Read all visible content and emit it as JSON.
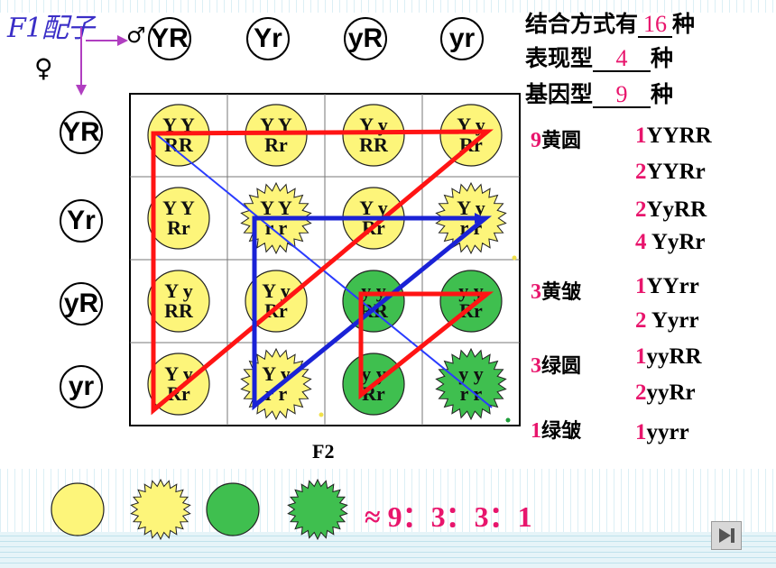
{
  "labels": {
    "f1_gametes": "F1配子",
    "male_symbol": "♂",
    "female_symbol": "♀",
    "f2": "F2"
  },
  "gametes": [
    "YR",
    "Yr",
    "yR",
    "yr"
  ],
  "summary": {
    "combo_prefix": "结合方式有",
    "combo_value": "16",
    "combo_suffix": "种",
    "pheno_prefix": "表现型",
    "pheno_value": "4",
    "pheno_suffix": "种",
    "geno_prefix": "基因型",
    "geno_value": "9",
    "geno_suffix": "种"
  },
  "phenotype_groups": [
    {
      "count": "9",
      "name": "黄圆",
      "genotypes": [
        {
          "n": "1",
          "g": "YYRR"
        },
        {
          "n": "2",
          "g": "YYRr"
        },
        {
          "n": "2",
          "g": "YyRR"
        },
        {
          "n": "4",
          "g": " YyRr"
        }
      ]
    },
    {
      "count": "3",
      "name": "黄皱",
      "genotypes": [
        {
          "n": "1",
          "g": "YYrr"
        },
        {
          "n": "2",
          "g": " Yyrr"
        }
      ]
    },
    {
      "count": "3",
      "name": "绿圆",
      "genotypes": [
        {
          "n": "1",
          "g": "yyRR"
        },
        {
          "n": "2",
          "g": "yyRr"
        }
      ]
    },
    {
      "count": "1",
      "name": "绿皱",
      "genotypes": [
        {
          "n": "1",
          "g": "yyrr"
        }
      ]
    }
  ],
  "punnett": [
    [
      {
        "top": "Y Y",
        "bot": "RR",
        "type": "yellow-round"
      },
      {
        "top": "Y Y",
        "bot": "Rr",
        "type": "yellow-round"
      },
      {
        "top": "Y y",
        "bot": "RR",
        "type": "yellow-round"
      },
      {
        "top": "Y y",
        "bot": "Rr",
        "type": "yellow-round"
      }
    ],
    [
      {
        "top": "Y Y",
        "bot": "Rr",
        "type": "yellow-round"
      },
      {
        "top": "Y Y",
        "bot": "r r",
        "type": "yellow-wrinkled"
      },
      {
        "top": "Y y",
        "bot": "Rr",
        "type": "yellow-round"
      },
      {
        "top": "Y y",
        "bot": "r r",
        "type": "yellow-wrinkled"
      }
    ],
    [
      {
        "top": "Y y",
        "bot": "RR",
        "type": "yellow-round"
      },
      {
        "top": "Y y",
        "bot": "Rr",
        "type": "yellow-round"
      },
      {
        "top": "y y",
        "bot": "RR",
        "type": "green-round"
      },
      {
        "top": "y y",
        "bot": "Rr",
        "type": "green-round"
      }
    ],
    [
      {
        "top": "Y y",
        "bot": "Rr",
        "type": "yellow-round"
      },
      {
        "top": "Y y",
        "bot": "r r",
        "type": "yellow-wrinkled"
      },
      {
        "top": "y y",
        "bot": "Rr",
        "type": "green-round"
      },
      {
        "top": "y y",
        "bot": "r r",
        "type": "green-wrinkled"
      }
    ]
  ],
  "legend": [
    "yellow-round",
    "yellow-wrinkled",
    "green-round",
    "green-wrinkled"
  ],
  "ratio": "≈ 9：3：3：1",
  "colors": {
    "yellow": "#fdf57a",
    "green": "#3fbf4f",
    "red_line": "#ff1414",
    "blue_line": "#1a22d6",
    "thin_blue": "#2a3cff",
    "accent": "#e8156c",
    "f1_ink": "#3a2ec7"
  },
  "nav_icon": "next-slide-icon"
}
